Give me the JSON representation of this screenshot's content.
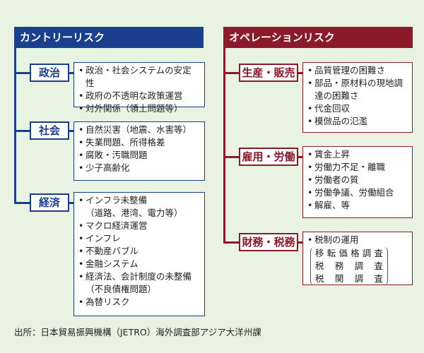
{
  "country": {
    "header": "カントリーリスク",
    "categories": [
      {
        "label": "政治",
        "items": [
          "政治・社会システムの安定性",
          "政府の不透明な政策運営",
          "対外関係（領土問題等）"
        ]
      },
      {
        "label": "社会",
        "items": [
          "自然災害（地震、水害等）",
          "失業問題、所得格差",
          "腐敗・汚職問題",
          "少子高齢化"
        ]
      },
      {
        "label": "経済",
        "items": [
          "インフラ未整備\n（道路、港湾、電力等）",
          "マクロ経済運営",
          "インフレ",
          "不動産バブル",
          "金融システム",
          "経済法、会計制度の未整備\n（不良債権問題）",
          "為替リスク"
        ]
      }
    ]
  },
  "operation": {
    "header": "オペレーションリスク",
    "categories": [
      {
        "label": "生産・販売",
        "items": [
          "品質管理の困難さ",
          "部品・原材料の現地調\n達の困難さ",
          "代金回収",
          "模倣品の氾濫"
        ]
      },
      {
        "label": "雇用・労働",
        "items": [
          "賃金上昇",
          "労働力不足・離職",
          "労働者の質",
          "労働争議、労働組合",
          "解雇、等"
        ]
      },
      {
        "label": "財務・税務",
        "items": [
          "税制の運用"
        ],
        "subitems": [
          "移転価格調査",
          "税務調査",
          "税関調査"
        ]
      }
    ]
  },
  "footer": "出所：日本貿易振興機構（JETRO）海外調査部アジア大洋州課"
}
